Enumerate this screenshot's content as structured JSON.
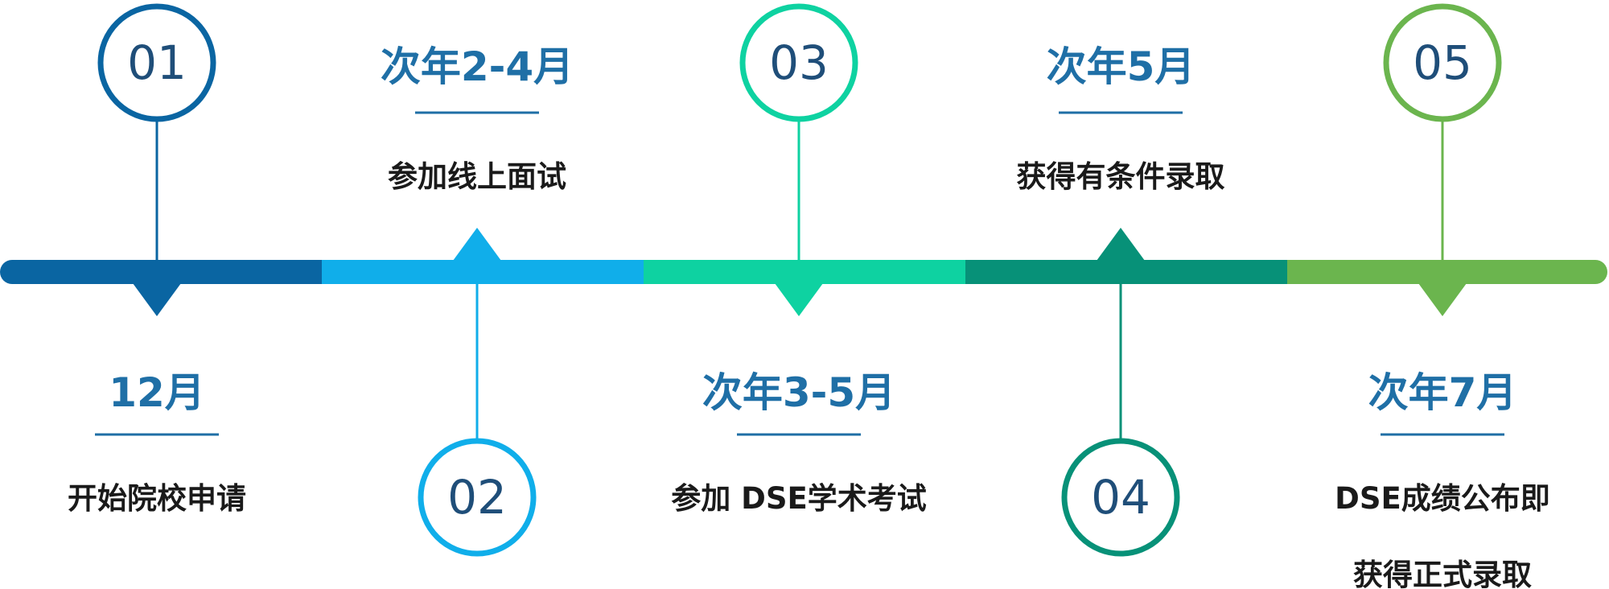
{
  "steps": [
    {
      "number": "01",
      "time": "12月",
      "desc": [
        "开始院校申请"
      ],
      "color": "#0A65A2"
    },
    {
      "number": "02",
      "time": "次年2-4月",
      "desc": [
        "参加线上面试"
      ],
      "color": "#10AEEA"
    },
    {
      "number": "03",
      "time": "次年3-5月",
      "desc": [
        "参加 DSE学术考试"
      ],
      "color": "#0ED2A1"
    },
    {
      "number": "04",
      "time": "次年5月",
      "desc": [
        "获得有条件录取"
      ],
      "color": "#079178"
    },
    {
      "number": "05",
      "time": "次年7月",
      "desc": [
        "DSE成绩公布即",
        "获得正式录取"
      ],
      "color": "#6BB54E"
    }
  ],
  "colors": {
    "title": "#1F6FA6",
    "underline": "#1F6FA6",
    "number": "#1F4E79",
    "desc": "#1a1a1a"
  }
}
